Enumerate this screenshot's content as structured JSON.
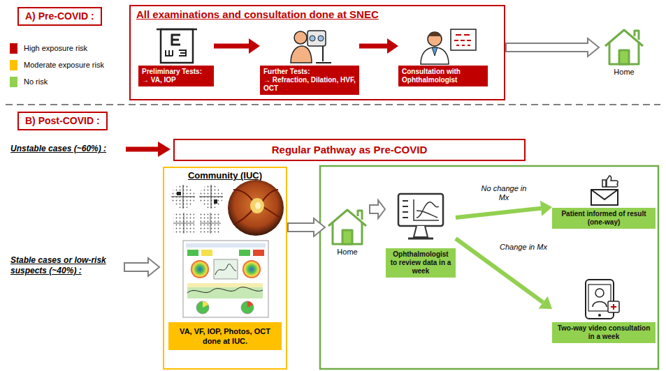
{
  "diagram": {
    "nodes": [
      {
        "text": [
          "A) Pre-COVID :"
        ]
      },
      {
        "text": [
          "All examinations and consultation done at SNEC"
        ]
      },
      {
        "text": [
          "Preliminary Tests:",
          "→ VA, IOP"
        ],
        "in": 1
      },
      {
        "text": [
          "Further Tests:",
          "→ Refraction, Dilation, HVF, OCT"
        ],
        "in": 1
      },
      {
        "text": [
          "Consultation with Ophthalmologist"
        ],
        "in": 1
      },
      {
        "text": [
          "Home"
        ]
      },
      {
        "text": [
          "B) Post-COVID :"
        ]
      },
      {
        "text": [
          "Regular Pathway as Pre-COVID"
        ]
      },
      {
        "text": [
          "Community (IUC)"
        ]
      },
      {
        "text": [
          "VA, VF, IOP, Photos, OCT done at IUC."
        ],
        "in": 8
      },
      {
        "text": [
          "Home"
        ]
      },
      {
        "text": [
          "Ophthalmologist to review data in a week"
        ]
      },
      {
        "text": [
          "Patient informed of result (one-way)"
        ]
      },
      {
        "text": [
          "Two-way video consultation in a week"
        ]
      }
    ],
    "edges": [
      {
        "from": 2,
        "to": 3,
        "arrow": "to"
      },
      {
        "from": 3,
        "to": 4,
        "arrow": "to"
      },
      {
        "from": 1,
        "to": 5,
        "arrow": "to"
      },
      {
        "from": 8,
        "to": 10,
        "arrow": "to"
      },
      {
        "from": 10,
        "to": 11,
        "arrow": "to"
      },
      {
        "from": 11,
        "to": 12,
        "label": "No change in Mx",
        "arrow": "to"
      },
      {
        "from": 11,
        "to": 13,
        "label": "Change in Mx",
        "arrow": "to"
      }
    ],
    "labels": [
      "Unstable cases (~60%) :",
      "Stable cases or low-risk suspects (~40%) :"
    ],
    "legend": [
      {
        "text": "High exposure risk",
        "color": "#c00000"
      },
      {
        "text": "Moderate exposure risk",
        "color": "#ffc000"
      },
      {
        "text": "No risk",
        "color": "#92d050"
      }
    ]
  }
}
